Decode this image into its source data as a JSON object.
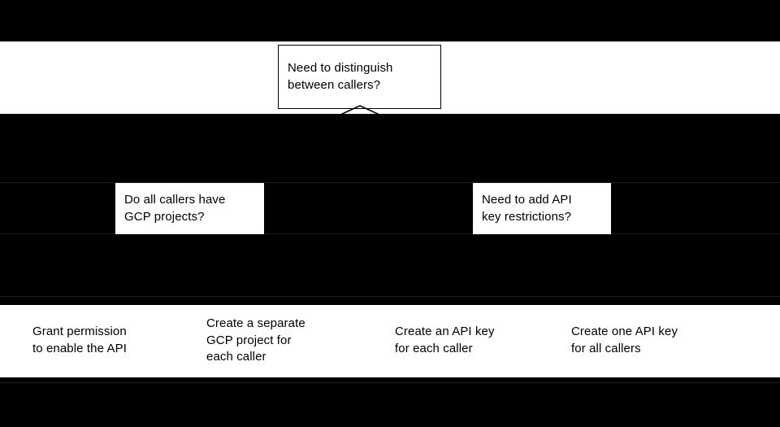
{
  "diagram": {
    "type": "decision-flowchart",
    "background_color": "#000000",
    "node_fill_color": "#ffffff",
    "node_text_color": "#000000",
    "rows": [
      {
        "row_name": "root-decision",
        "nodes": [
          {
            "id": "root",
            "shape": "rectangle-outlined",
            "text": "Need to distinguish\nbetween callers?"
          }
        ]
      },
      {
        "row_name": "secondary-decisions",
        "nodes": [
          {
            "id": "gcp-projects",
            "shape": "rectangle",
            "text": "Do all callers have\nGCP projects?"
          },
          {
            "id": "key-restrictions",
            "shape": "rectangle",
            "text": "Need to add API\nkey restrictions?"
          }
        ]
      },
      {
        "row_name": "outcomes",
        "nodes": [
          {
            "id": "grant-permission",
            "shape": "rectangle",
            "text": "Grant permission\nto enable the API"
          },
          {
            "id": "separate-project",
            "shape": "rectangle",
            "text": "Create a separate\nGCP project for\neach caller"
          },
          {
            "id": "key-each-caller",
            "shape": "rectangle",
            "text": "Create an API key\nfor each caller"
          },
          {
            "id": "key-all-callers",
            "shape": "rectangle",
            "text": "Create one API key\nfor all callers"
          }
        ]
      }
    ],
    "connectors": [
      {
        "id": "root-down",
        "icon": "chevron-up-connector",
        "from": "root",
        "color": "#000000"
      }
    ]
  }
}
